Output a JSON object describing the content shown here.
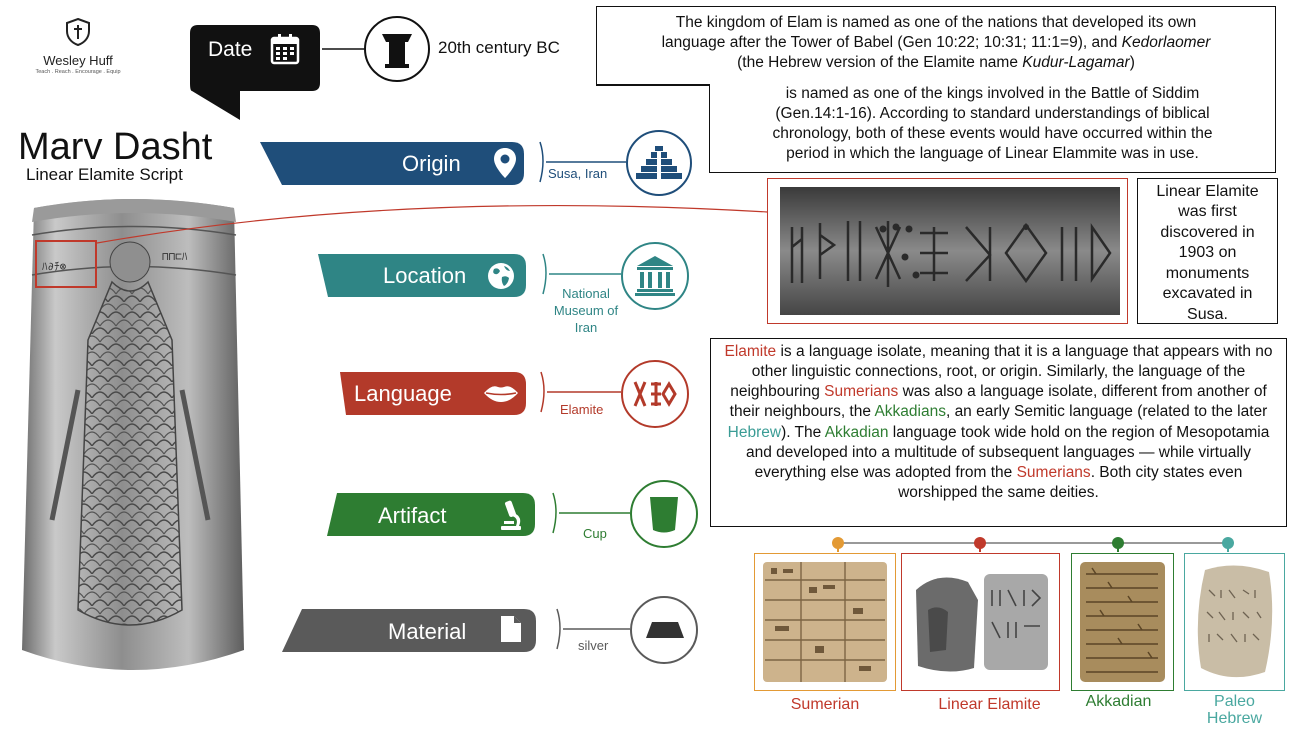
{
  "logo": {
    "name": "Wesley Huff",
    "tagline": "Teach . Reach . Encourage . Equip"
  },
  "title": "Marv Dasht",
  "subtitle": "Linear Elamite Script",
  "date": {
    "label": "Date",
    "value": "20th century BC"
  },
  "fields": [
    {
      "label": "Origin",
      "value": "Susa, Iran",
      "color": "#1f4e7a",
      "icon": "map-pin-icon",
      "circle_icon": "ziggurat-icon"
    },
    {
      "label": "Location",
      "value": "National Museum of Iran",
      "color": "#2f8585",
      "icon": "globe-icon",
      "circle_icon": "museum-icon"
    },
    {
      "label": "Language",
      "value": "Elamite",
      "color": "#b33a2a",
      "icon": "lips-icon",
      "circle_icon": "script-glyph-icon"
    },
    {
      "label": "Artifact",
      "value": "Cup",
      "color": "#2e7d32",
      "icon": "microscope-icon",
      "circle_icon": "cup-icon"
    },
    {
      "label": "Material",
      "value": "silver",
      "color": "#5a5a5a",
      "icon": "document-icon",
      "circle_icon": "plate-icon"
    }
  ],
  "location_value_lines": [
    "National",
    "Museum of",
    "Iran"
  ],
  "top_text": {
    "l1": "The kingdom of Elam is named as one of the nations that developed its own",
    "l2": "language after the Tower of Babel (Gen 10:22; 10:31; 11:1=9), and ",
    "l2_italic": "Kedorlaomer",
    "l3a": "(the Hebrew version of the Elamite name ",
    "l3_italic": "Kudur-Lagamar",
    "l3b": ")",
    "l4": "is named as one of the kings involved in the Battle of Siddim",
    "l5": "(Gen.14:1-16). According to standard understandings of biblical",
    "l6": "chronology, both of these events would have occurred within the",
    "l7": "period in which the language of Linear Elammite was in use."
  },
  "discovery_text": [
    "Linear Elamite",
    "was first",
    "discovered in",
    "1903 on",
    "monuments",
    "excavated in",
    "Susa."
  ],
  "isolate_text": {
    "t1": "Elamite",
    "t2": " is a language isolate, meaning that it is a language that appears with no other linguistic connections, root, or origin. Similarly, the language of the neighbouring ",
    "t3": "Sumerians",
    "t4": " was also a language isolate, different from another of their neighbours, the ",
    "t5": "Akkadians",
    "t6": ", an early Semitic language (related to the later ",
    "t7": "Hebrew",
    "t8": "). The ",
    "t9": "Akkadian",
    "t10": " language took wide hold on the region of Mesopotamia and developed into a multitude of subsequent languages — while virtually everything else was adopted from the ",
    "t11": "Sumerians",
    "t12": ". Both city states even worshipped the same deities."
  },
  "scripts": [
    {
      "label": "Sumerian",
      "color": "#e39a35"
    },
    {
      "label": "Linear Elamite",
      "color": "#c0392b"
    },
    {
      "label": "Akkadian",
      "color": "#2e7d32"
    },
    {
      "label": "Paleo Hebrew",
      "color": "#4aa8a0"
    }
  ],
  "paleo_lines": [
    "Paleo",
    "Hebrew"
  ]
}
